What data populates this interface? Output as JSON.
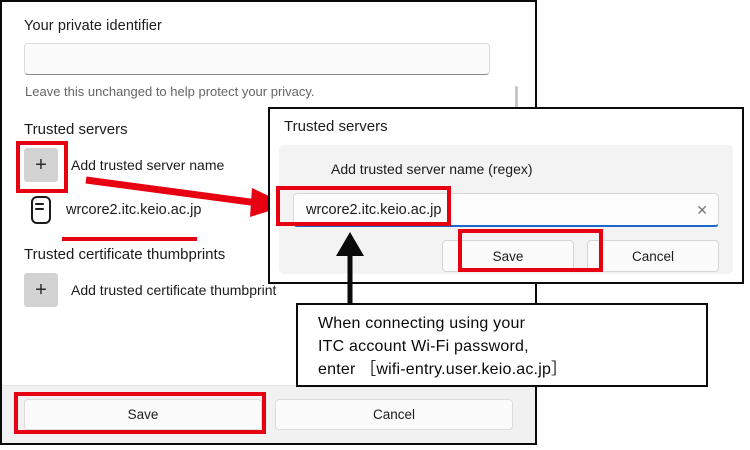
{
  "settings_window": {
    "private_identifier": {
      "label": "Your private identifier",
      "value": "",
      "placeholder": "",
      "hint": "Leave this unchanged to help protect your privacy."
    },
    "trusted_servers": {
      "title": "Trusted servers",
      "add_button_glyph": "+",
      "add_label": "Add trusted server name",
      "entries": [
        {
          "icon": "server-icon",
          "name": "wrcore2.itc.keio.ac.jp"
        }
      ]
    },
    "trusted_thumbprints": {
      "title": "Trusted certificate thumbprints",
      "add_button_glyph": "+",
      "add_label": "Add trusted certificate thumbprint"
    },
    "footer": {
      "save_label": "Save",
      "cancel_label": "Cancel"
    }
  },
  "dialog": {
    "title": "Trusted servers",
    "subtitle": "Add trusted server name (regex)",
    "input": {
      "value": "wrcore2.itc.keio.ac.jp",
      "placeholder": "",
      "clear_glyph": "✕"
    },
    "save_label": "Save",
    "cancel_label": "Cancel"
  },
  "callout": {
    "lines": [
      "When connecting using your",
      "ITC account Wi-Fi password,",
      "enter ［wifi-entry.user.keio.ac.jp］"
    ]
  },
  "annotation_colors": {
    "highlight_red": "#e60012",
    "arrow_black": "#0a0a0a",
    "focus_blue": "#1a66c9"
  }
}
